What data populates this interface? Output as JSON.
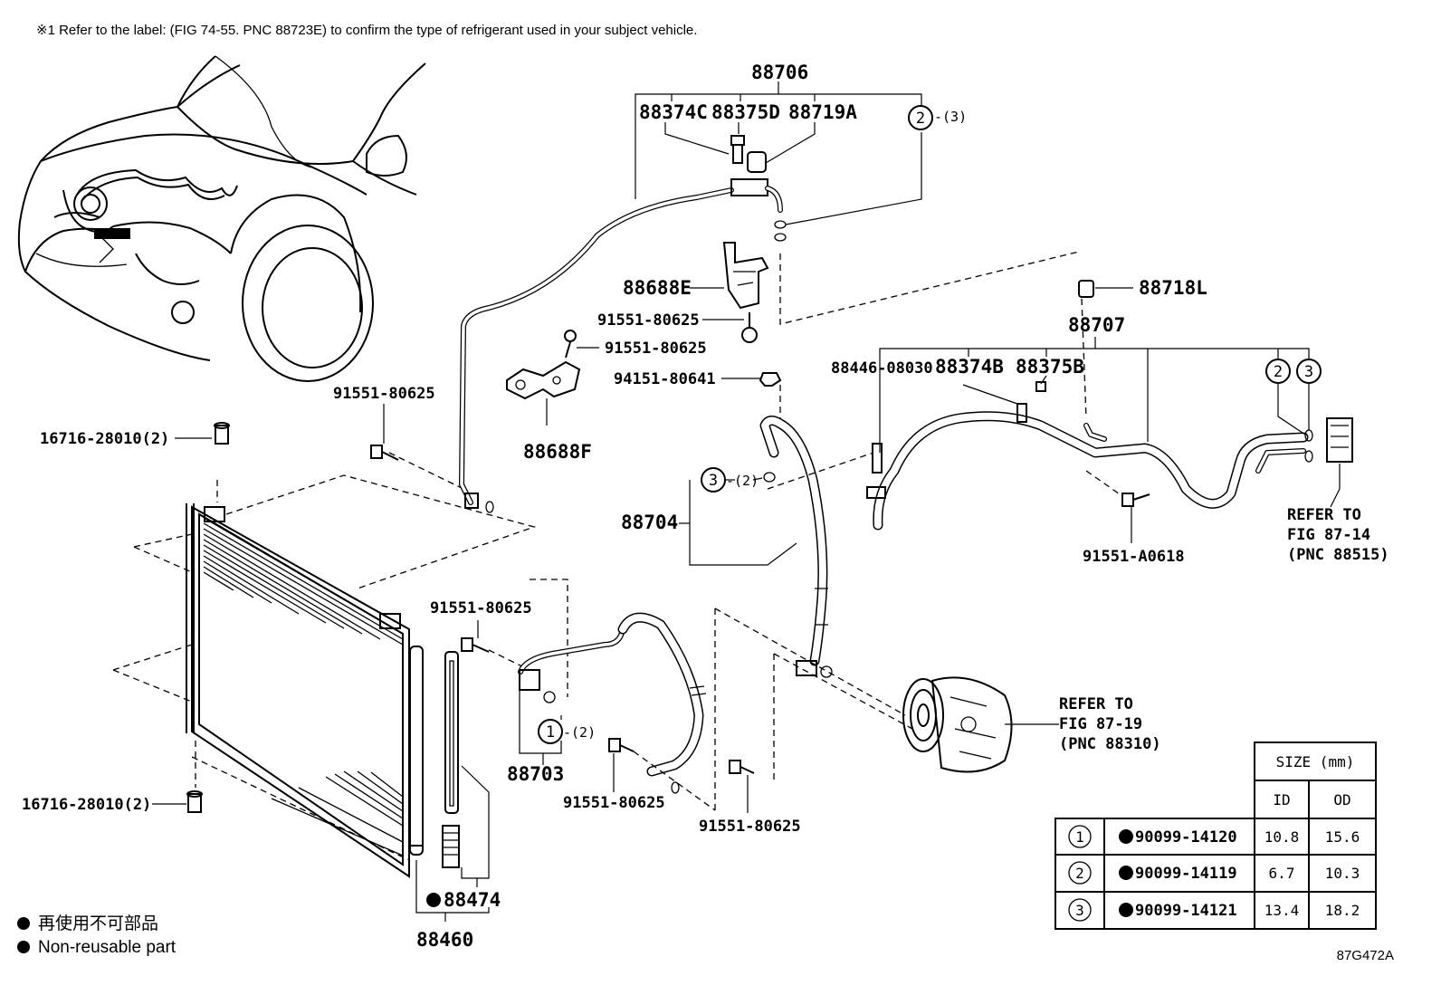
{
  "note": "※1 Refer to the label: (FIG 74-55. PNC 88723E) to confirm the type of refrigerant used in your subject vehicle.",
  "drawing_id": "87G472A",
  "labels": {
    "p88706": "88706",
    "p88374C": "88374C",
    "p88375D": "88375D",
    "p88719A": "88719A",
    "c2_top": "-(3)",
    "p88688E": "88688E",
    "b91551_80625_a": "91551-80625",
    "b91551_80625_b": "91551-80625",
    "p88688F": "88688F",
    "p88718L": "88718L",
    "p88707": "88707",
    "p88446": "88446-08030",
    "p88374B": "88374B",
    "p88375B": "88375B",
    "n94151": "94151-80641",
    "b91551_80625_c": "91551-80625",
    "p16716_top": "16716-28010(2)",
    "c3_mid": "-(2)",
    "p88704": "88704",
    "refer1": [
      "REFER TO",
      "FIG 87-14",
      "(PNC 88515)"
    ],
    "b91551_A0618": "91551-A0618",
    "b91551_80625_d": "91551-80625",
    "c1_mid": "-(2)",
    "p88703": "88703",
    "refer2": [
      "REFER TO",
      "FIG 87-19",
      "(PNC 88310)"
    ],
    "b91551_80625_e": "91551-80625",
    "b91551_80625_f": "91551-80625",
    "p16716_bot": "16716-28010(2)",
    "p88474": "88474",
    "p88460": "88460"
  },
  "circles": {
    "one": "1",
    "two": "2",
    "three": "3"
  },
  "legend": {
    "jp": "再使用不可部品",
    "en": "Non-reusable part"
  },
  "size_table": {
    "header": "SIZE (mm)",
    "col_id": "ID",
    "col_od": "OD",
    "rows": [
      {
        "ref": "1",
        "part": "90099-14120",
        "id": "10.8",
        "od": "15.6"
      },
      {
        "ref": "2",
        "part": "90099-14119",
        "id": "6.7",
        "od": "10.3"
      },
      {
        "ref": "3",
        "part": "90099-14121",
        "id": "13.4",
        "od": "18.2"
      }
    ]
  }
}
